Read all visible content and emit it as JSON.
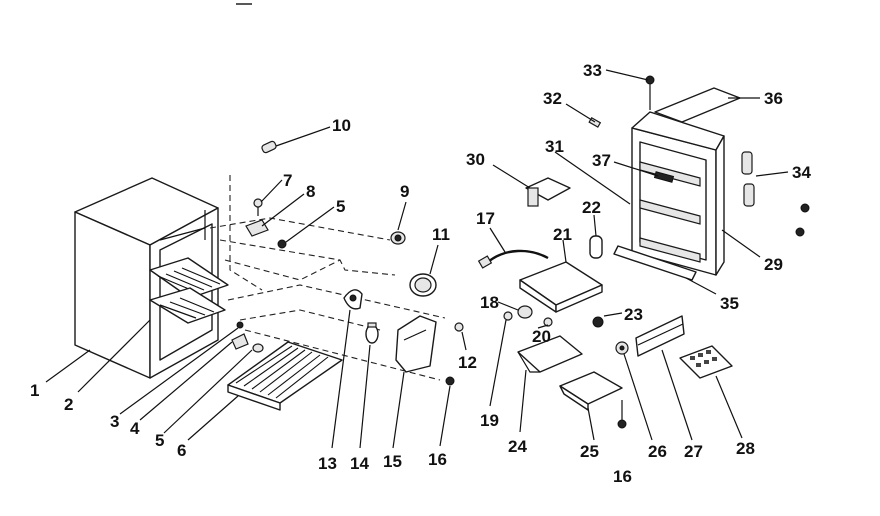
{
  "callouts": [
    {
      "id": "c1",
      "text": "1"
    },
    {
      "id": "c2",
      "text": "2"
    },
    {
      "id": "c3",
      "text": "3"
    },
    {
      "id": "c4",
      "text": "4"
    },
    {
      "id": "c5a",
      "text": "5"
    },
    {
      "id": "c5b",
      "text": "5"
    },
    {
      "id": "c6",
      "text": "6"
    },
    {
      "id": "c7",
      "text": "7"
    },
    {
      "id": "c8",
      "text": "8"
    },
    {
      "id": "c9",
      "text": "9"
    },
    {
      "id": "c10",
      "text": "10"
    },
    {
      "id": "c11",
      "text": "11"
    },
    {
      "id": "c12",
      "text": "12"
    },
    {
      "id": "c13",
      "text": "13"
    },
    {
      "id": "c14",
      "text": "14"
    },
    {
      "id": "c15",
      "text": "15"
    },
    {
      "id": "c16a",
      "text": "16"
    },
    {
      "id": "c16b",
      "text": "16"
    },
    {
      "id": "c17",
      "text": "17"
    },
    {
      "id": "c18",
      "text": "18"
    },
    {
      "id": "c19",
      "text": "19"
    },
    {
      "id": "c20",
      "text": "20"
    },
    {
      "id": "c21",
      "text": "21"
    },
    {
      "id": "c22",
      "text": "22"
    },
    {
      "id": "c23",
      "text": "23"
    },
    {
      "id": "c24",
      "text": "24"
    },
    {
      "id": "c25",
      "text": "25"
    },
    {
      "id": "c26",
      "text": "26"
    },
    {
      "id": "c27",
      "text": "27"
    },
    {
      "id": "c28",
      "text": "28"
    },
    {
      "id": "c29",
      "text": "29"
    },
    {
      "id": "c30",
      "text": "30"
    },
    {
      "id": "c31",
      "text": "31"
    },
    {
      "id": "c32",
      "text": "32"
    },
    {
      "id": "c33",
      "text": "33"
    },
    {
      "id": "c34",
      "text": "34"
    },
    {
      "id": "c35",
      "text": "35"
    },
    {
      "id": "c36",
      "text": "36"
    },
    {
      "id": "c37",
      "text": "37"
    }
  ]
}
